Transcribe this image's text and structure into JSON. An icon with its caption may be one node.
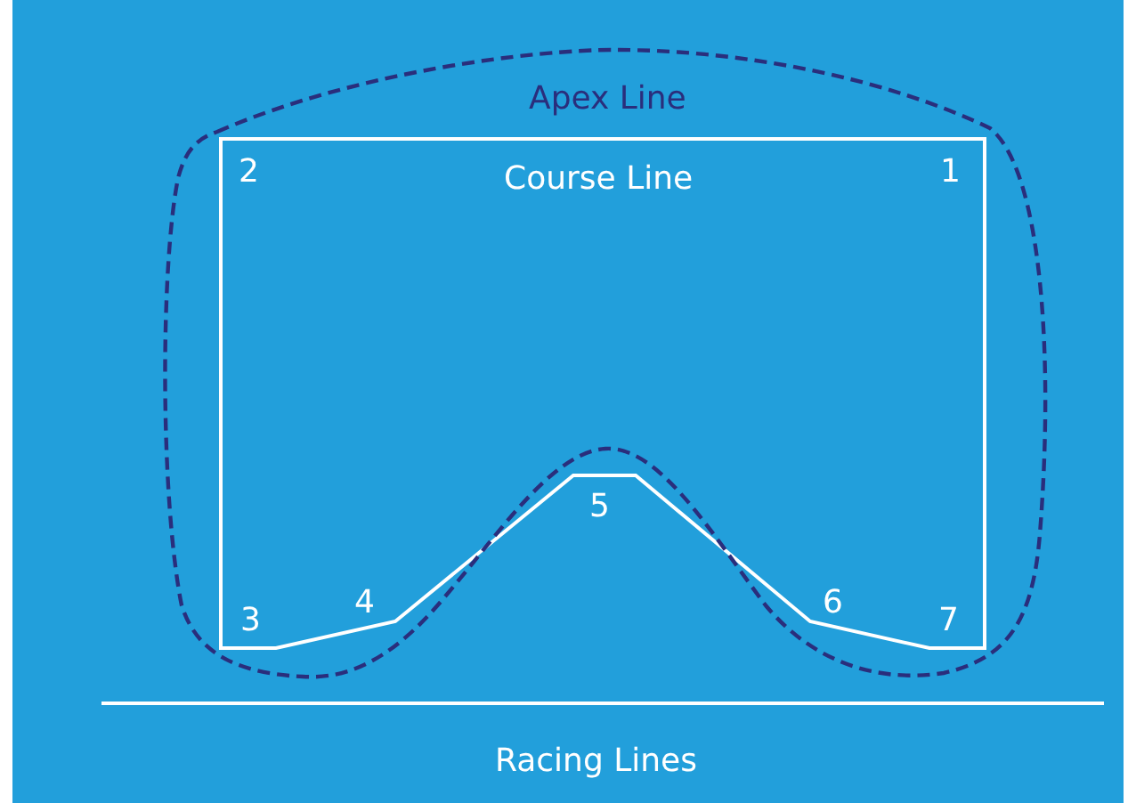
{
  "diagram": {
    "caption": "Racing Lines",
    "labels": [
      "Apex Line",
      "2",
      "Course Line",
      "1",
      "5",
      "4",
      "6",
      "3",
      "7"
    ]
  }
}
